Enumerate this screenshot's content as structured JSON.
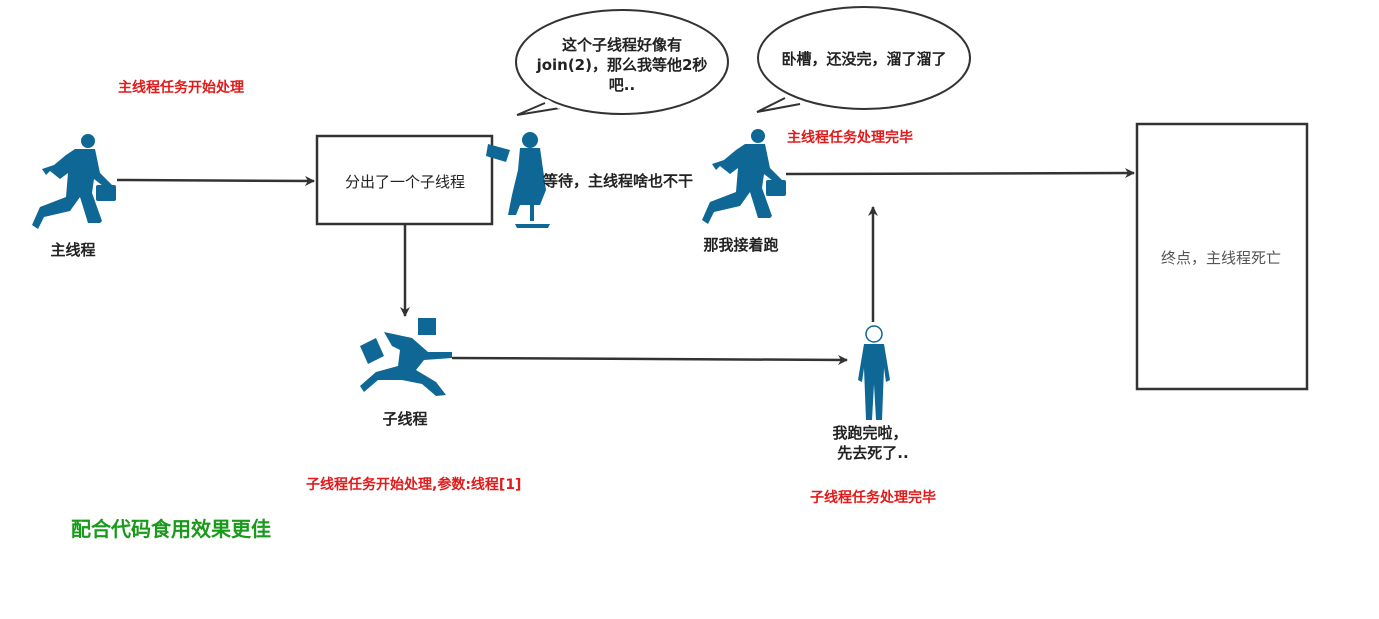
{
  "colors": {
    "figure": "#0e6794",
    "annotation": "#e01b1b",
    "tip": "#1a9a1a",
    "line": "#333333"
  },
  "main_thread": {
    "start_note": "主线程任务开始处理",
    "label": "主线程",
    "fork_box": "分出了一个子线程",
    "waiting_text": "等待，主线程啥也不干",
    "bubble_wait": [
      "这个子线程好像有",
      "join(2)，那么我等他2秒",
      "吧.."
    ],
    "bubble_leave": "卧槽，还没完，溜了溜了",
    "continue_label": "那我接着跑",
    "end_note": "主线程任务处理完毕",
    "end_box": "终点，主线程死亡"
  },
  "child_thread": {
    "label": "子线程",
    "start_note": "子线程任务开始处理,参数:线程[1]",
    "done_label": [
      "我跑完啦，",
      "先去死了.."
    ],
    "end_note": "子线程任务处理完毕"
  },
  "tip": "配合代码食用效果更佳",
  "icons": [
    "running-businessman-icon",
    "sitting-woman-laptop-icon",
    "running-child-icon",
    "standing-man-icon"
  ]
}
